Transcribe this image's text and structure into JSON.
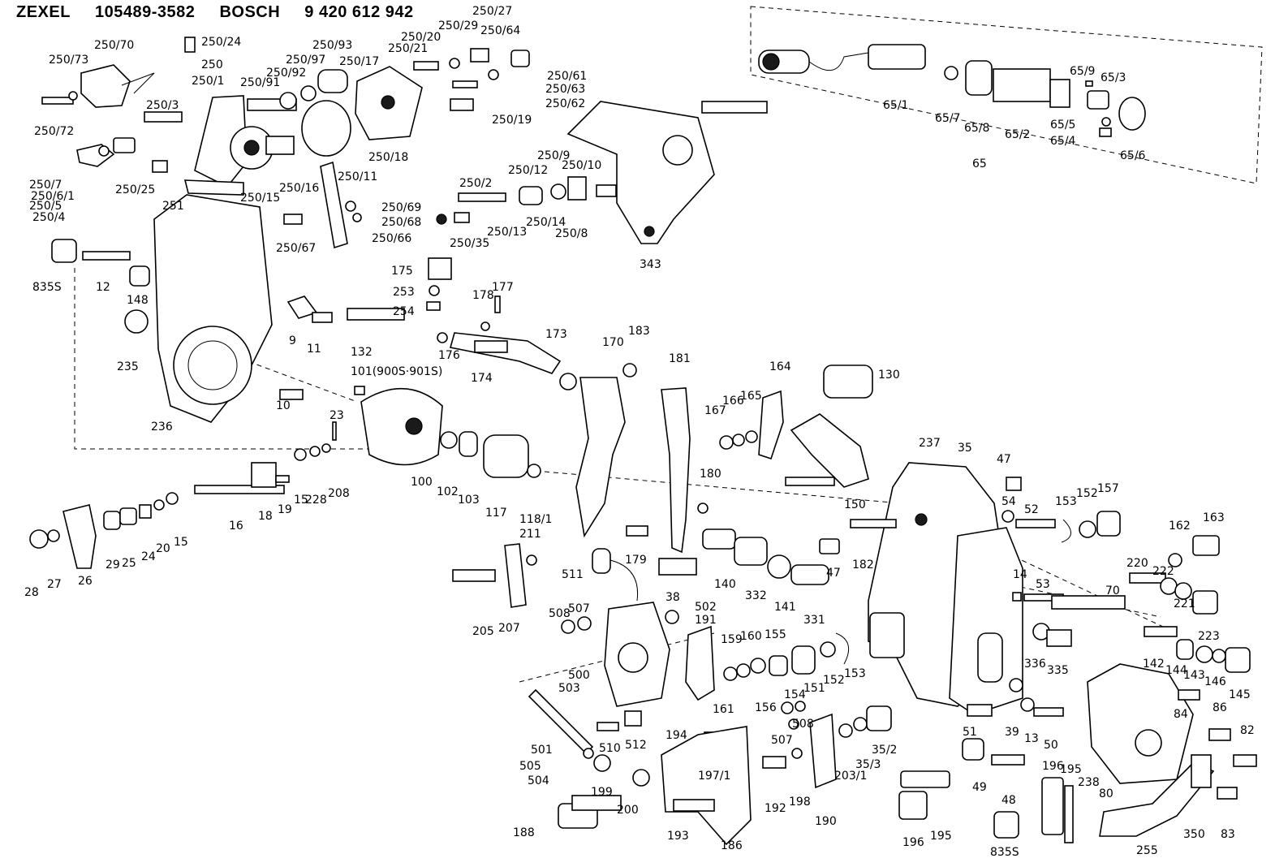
{
  "header": {
    "brand_1": "ZEXEL",
    "part_no_1": "105489-3582",
    "brand_2": "BOSCH",
    "part_no_2": "9 420 612 942"
  },
  "labels": {
    "l_250_27": "250/27",
    "l_250_29": "250/29",
    "l_250_64": "250/64",
    "l_250_70": "250/70",
    "l_250_24": "250/24",
    "l_250_93": "250/93",
    "l_250_20": "250/20",
    "l_250_21": "250/21",
    "l_250_73": "250/73",
    "l_250": "250",
    "l_250_97": "250/97",
    "l_250_17": "250/17",
    "l_250_61": "250/61",
    "l_250_63": "250/63",
    "l_250_62": "250/62",
    "l_250_1": "250/1",
    "l_250_92": "250/92",
    "l_250_91": "250/91",
    "l_250_3": "250/3",
    "l_250_19": "250/19",
    "l_250_72": "250/72",
    "l_250_18": "250/18",
    "l_250_11": "250/11",
    "l_250_7": "250/7",
    "l_250_6_1": "250/6/1",
    "l_250_5": "250/5",
    "l_250_4": "250/4",
    "l_250_25": "250/25",
    "l_251": "251",
    "l_250_15": "250/15",
    "l_250_16": "250/16",
    "l_250_9": "250/9",
    "l_250_12": "250/12",
    "l_250_10": "250/10",
    "l_250_2": "250/2",
    "l_250_69": "250/69",
    "l_250_68": "250/68",
    "l_250_66": "250/66",
    "l_250_67": "250/67",
    "l_250_13": "250/13",
    "l_250_14": "250/14",
    "l_250_8": "250/8",
    "l_250_35": "250/35",
    "l_65_1": "65/1",
    "l_65_7": "65/7",
    "l_65_8": "65/8",
    "l_65_2": "65/2",
    "l_65": "65",
    "l_65_9": "65/9",
    "l_65_3": "65/3",
    "l_65_5": "65/5",
    "l_65_4": "65/4",
    "l_65_6": "65/6",
    "l_343": "343",
    "l_835s_a": "835S",
    "l_12": "12",
    "l_148": "148",
    "l_235": "235",
    "l_236": "236",
    "l_9": "9",
    "l_11": "11",
    "l_132": "132",
    "l_175": "175",
    "l_253": "253",
    "l_254": "254",
    "l_178": "178",
    "l_177": "177",
    "l_176": "176",
    "l_174": "174",
    "l_173": "173",
    "l_170": "170",
    "l_183": "183",
    "l_181": "181",
    "l_164": "164",
    "l_130": "130",
    "l_101": "101(900S·901S)",
    "l_10": "10",
    "l_23": "23",
    "l_167": "167",
    "l_166": "166",
    "l_165": "165",
    "l_237": "237",
    "l_35": "35",
    "l_47a": "47",
    "l_16": "16",
    "l_18": "18",
    "l_19": "19",
    "l_15a": "15",
    "l_228": "228",
    "l_208": "208",
    "l_100": "100",
    "l_102": "102",
    "l_103": "103",
    "l_117": "117",
    "l_118_1": "118/1",
    "l_180": "180",
    "l_150": "150",
    "l_153a": "153",
    "l_152a": "152",
    "l_157": "157",
    "l_54": "54",
    "l_52": "52",
    "l_28": "28",
    "l_27": "27",
    "l_26": "26",
    "l_29": "29",
    "l_25": "25",
    "l_24": "24",
    "l_20": "20",
    "l_15b": "15",
    "l_211": "211",
    "l_179": "179",
    "l_182": "182",
    "l_47b": "47",
    "l_162": "162",
    "l_163": "163",
    "l_511": "511",
    "l_38": "38",
    "l_140": "140",
    "l_332": "332",
    "l_141": "141",
    "l_331": "331",
    "l_14": "14",
    "l_53": "53",
    "l_70": "70",
    "l_220": "220",
    "l_222": "222",
    "l_221": "221",
    "l_223": "223",
    "l_508a": "508",
    "l_507a": "507",
    "l_502": "502",
    "l_205": "205",
    "l_207": "207",
    "l_191": "191",
    "l_159": "159",
    "l_160": "160",
    "l_155": "155",
    "l_336": "336",
    "l_335": "335",
    "l_142": "142",
    "l_144": "144",
    "l_143": "143",
    "l_146": "146",
    "l_145": "145",
    "l_500": "500",
    "l_151": "151",
    "l_152b": "152",
    "l_153b": "153",
    "l_503": "503",
    "l_161": "161",
    "l_156": "156",
    "l_154": "154",
    "l_84": "84",
    "l_86": "86",
    "l_82": "82",
    "l_508b": "508",
    "l_507b": "507",
    "l_51": "51",
    "l_39": "39",
    "l_13": "13",
    "l_50": "50",
    "l_501": "501",
    "l_510": "510",
    "l_512": "512",
    "l_194": "194",
    "l_197_1": "197/1",
    "l_203_1": "203/1",
    "l_35_3": "35/3",
    "l_35_2": "35/2",
    "l_505": "505",
    "l_504": "504",
    "l_196a": "196",
    "l_195a": "195",
    "l_238": "238",
    "l_80": "80",
    "l_199": "199",
    "l_200": "200",
    "l_192": "192",
    "l_198": "198",
    "l_190": "190",
    "l_49": "49",
    "l_48": "48",
    "l_188": "188",
    "l_193": "193",
    "l_186": "186",
    "l_196b": "196",
    "l_195b": "195",
    "l_835s_b": "835S",
    "l_255": "255",
    "l_350": "350",
    "l_83": "83"
  }
}
